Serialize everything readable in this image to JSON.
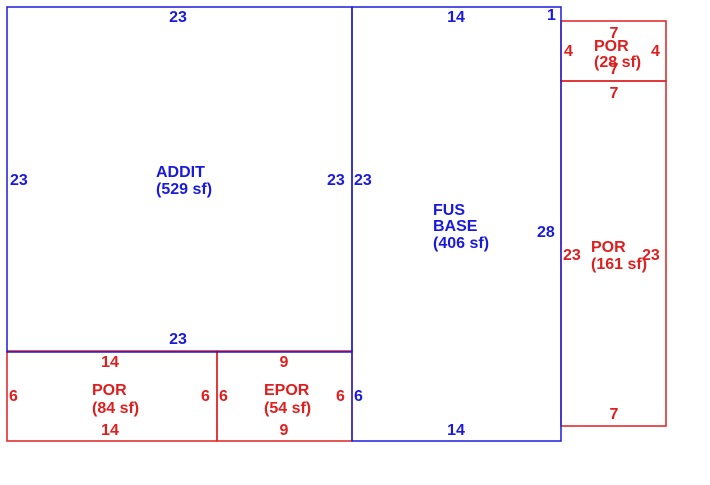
{
  "colors": {
    "main": "#1a1adb",
    "porch": "#dd1f1f"
  },
  "areas": {
    "addit": {
      "name": "ADDIT",
      "area": "(529 sf)",
      "dims": {
        "top": "23",
        "left": "23",
        "right": "23",
        "bottom": "23"
      }
    },
    "fus": {
      "name1": "FUS",
      "name2": "BASE",
      "area": "(406 sf)",
      "dims": {
        "top": "14",
        "topright": "1",
        "left": "23",
        "right": "28",
        "bottom": "14",
        "bottomleft": "6"
      }
    },
    "por_small": {
      "name": "POR",
      "area": "(28 sf)",
      "dims": {
        "top": "7",
        "left": "4",
        "right": "4",
        "bottom": "7"
      }
    },
    "por_right": {
      "name": "POR",
      "area": "(161 sf)",
      "dims": {
        "left": "23",
        "right": "23",
        "bottom": "7"
      }
    },
    "por_left": {
      "name": "POR",
      "area": "(84 sf)",
      "dims": {
        "top": "14",
        "left": "6",
        "right": "6",
        "bottom": "14"
      }
    },
    "epor": {
      "name": "EPOR",
      "area": "(54 sf)",
      "dims": {
        "top": "9",
        "left": "6",
        "right": "6",
        "bottom": "9"
      }
    }
  }
}
